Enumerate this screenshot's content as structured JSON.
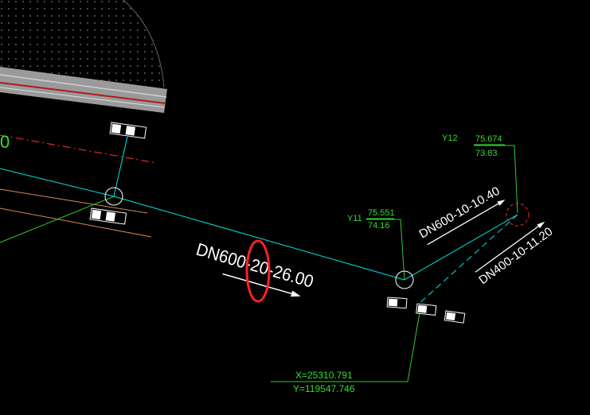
{
  "drawing": {
    "pipe_label_main": "DN600-20-26.00",
    "pipe_label_upper": "DN600-10-10.40",
    "pipe_label_branch": "DN400-10-11.20",
    "manhole_y11": {
      "name": "Y11",
      "elev_top": "75.551",
      "elev_bottom": "74.16"
    },
    "manhole_y12": {
      "name": "Y12",
      "elev_top": "75.674",
      "elev_bottom": "73.83"
    },
    "coords": {
      "x": "X=25310.791",
      "y": "Y=119547.746"
    },
    "edge_text": "0"
  },
  "colors": {
    "background": "#000000",
    "pipe": "#00e5e5",
    "leader": "#33cc33",
    "annotation_green": "#33dd33",
    "label_white": "#ffffff",
    "highlight": "#ff2222",
    "road_line": "#ff3333",
    "road_gray": "#9a9a9a",
    "boundary_orange": "#d98850"
  }
}
